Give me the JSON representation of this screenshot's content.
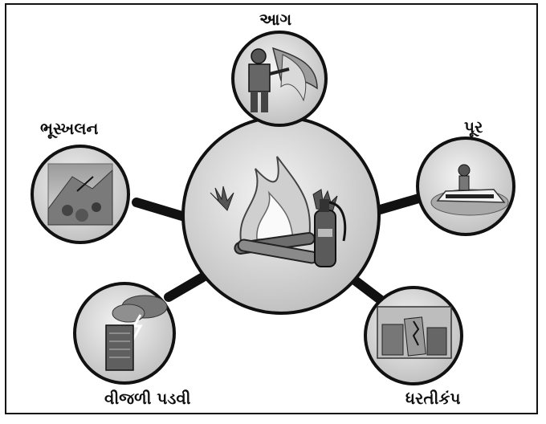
{
  "labels": {
    "fire": "આગ",
    "flood": "પૂર",
    "landslide": "ભૂસ્ખલન",
    "lightning": "વીજળી પડવી",
    "earthquake": "ધરતીકંપ"
  },
  "colors": {
    "line": "#111111",
    "circle_fill": "#e9e9e9",
    "background": "#ffffff"
  },
  "icons": {
    "center": "campfire-extinguisher-icon",
    "fire": "firefighter-icon",
    "flood": "flood-car-icon",
    "landslide": "landslide-icon",
    "lightning": "lightning-storm-icon",
    "earthquake": "collapsed-buildings-icon"
  }
}
